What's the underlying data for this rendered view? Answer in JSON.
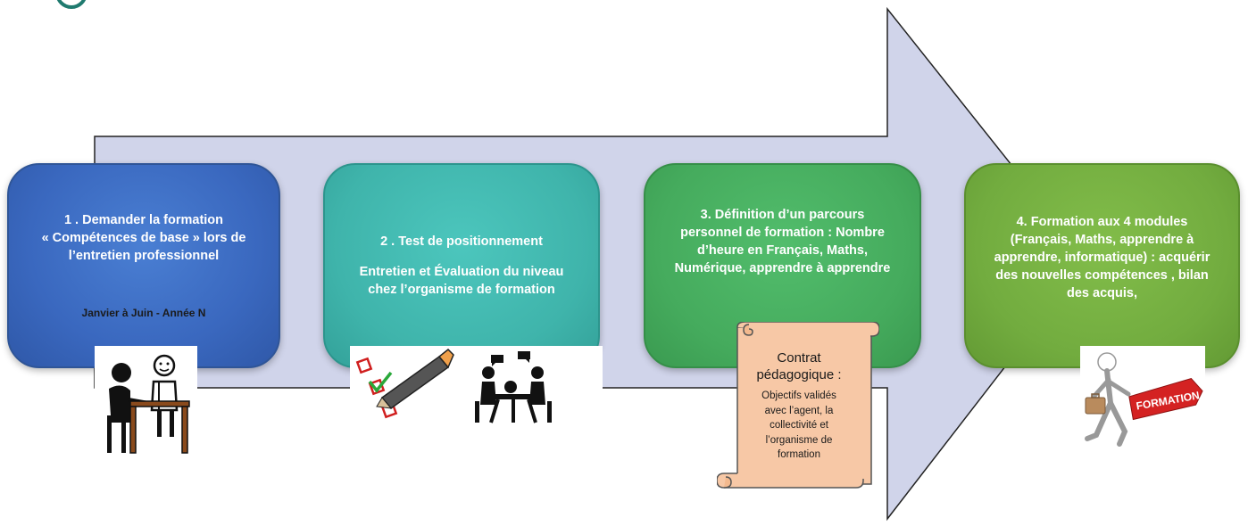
{
  "diagram": {
    "arrow_color": "#d0d4ea",
    "arrow_outline": "#222222",
    "steps": [
      {
        "id": "step-1",
        "color": "#4472c4",
        "lines": [
          "1 . Demander la formation",
          "« Compétences de base » lors de",
          "l’entretien professionnel"
        ],
        "date": "Janvier à Juin - Année N",
        "icon": "person-interview-icon"
      },
      {
        "id": "step-2",
        "color": "#40b5ac",
        "title": "2 . Test de positionnement",
        "lines": [
          "Entretien et Évaluation du niveau",
          "chez l’organisme de formation"
        ],
        "icons": [
          "checklist-pencil-icon",
          "meeting-table-icon"
        ]
      },
      {
        "id": "step-3",
        "color": "#47ad5f",
        "lines": [
          "3. Définition d’un parcours",
          "personnel de formation : Nombre",
          "d’heure en Français, Maths,",
          "Numérique, apprendre à apprendre"
        ]
      },
      {
        "id": "step-4",
        "color": "#74ad40",
        "lines": [
          "4. Formation aux 4 modules",
          "(Français, Maths, apprendre à",
          "apprendre, informatique) :  acquérir",
          "des nouvelles compétences , bilan",
          "des acquis,"
        ],
        "icon": "formation-sign-icon",
        "sign_text": "FORMATION"
      }
    ],
    "scroll": {
      "color": "#f7c8a6",
      "title_lines": [
        "Contrat",
        "pédagogique :"
      ],
      "body_lines": [
        "Objectifs validés",
        "avec l’agent, la",
        "collectivité et",
        "l’organisme de",
        "formation"
      ]
    }
  }
}
